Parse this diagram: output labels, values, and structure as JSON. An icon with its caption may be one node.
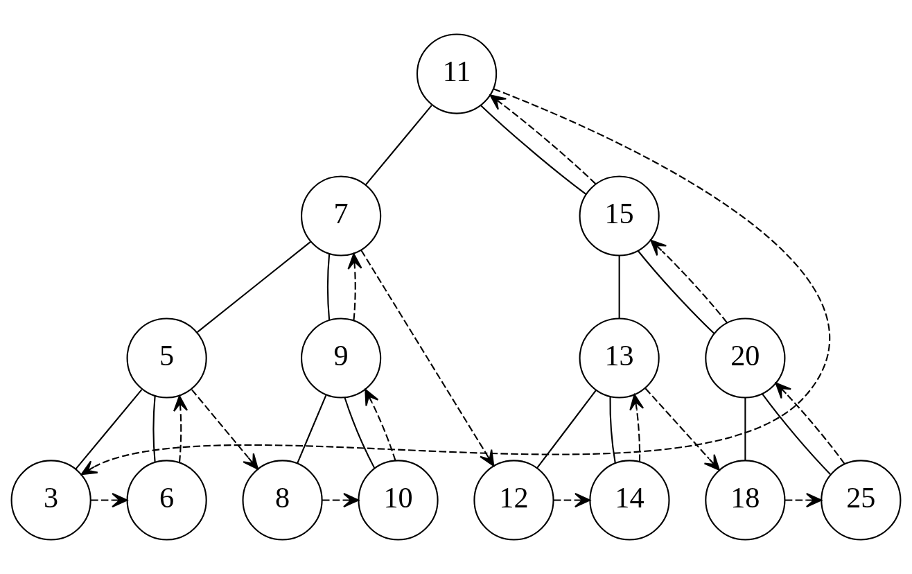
{
  "diagram": {
    "nodes": [
      {
        "text": [
          "11"
        ]
      },
      {
        "text": [
          "7"
        ]
      },
      {
        "text": [
          "15"
        ]
      },
      {
        "text": [
          "5"
        ]
      },
      {
        "text": [
          "9"
        ]
      },
      {
        "text": [
          "13"
        ]
      },
      {
        "text": [
          "20"
        ]
      },
      {
        "text": [
          "3"
        ]
      },
      {
        "text": [
          "6"
        ]
      },
      {
        "text": [
          "8"
        ]
      },
      {
        "text": [
          "10"
        ]
      },
      {
        "text": [
          "12"
        ]
      },
      {
        "text": [
          "14"
        ]
      },
      {
        "text": [
          "18"
        ]
      },
      {
        "text": [
          "25"
        ]
      }
    ],
    "edges": [
      {
        "from": 0,
        "to": 1,
        "arrow": "none"
      },
      {
        "from": 0,
        "to": 2,
        "arrow": "none"
      },
      {
        "from": 1,
        "to": 3,
        "arrow": "none"
      },
      {
        "from": 1,
        "to": 4,
        "arrow": "none"
      },
      {
        "from": 2,
        "to": 5,
        "arrow": "none"
      },
      {
        "from": 2,
        "to": 6,
        "arrow": "none"
      },
      {
        "from": 3,
        "to": 7,
        "arrow": "none"
      },
      {
        "from": 3,
        "to": 8,
        "arrow": "none"
      },
      {
        "from": 4,
        "to": 9,
        "arrow": "none"
      },
      {
        "from": 4,
        "to": 10,
        "arrow": "none"
      },
      {
        "from": 5,
        "to": 11,
        "arrow": "none"
      },
      {
        "from": 5,
        "to": 12,
        "arrow": "none"
      },
      {
        "from": 6,
        "to": 13,
        "arrow": "none"
      },
      {
        "from": 6,
        "to": 14,
        "arrow": "none"
      },
      {
        "from": 0,
        "to": 7,
        "arrow": "to",
        "style": "dashed"
      },
      {
        "from": 2,
        "to": 0,
        "arrow": "to",
        "style": "dashed"
      },
      {
        "from": 1,
        "to": 11,
        "arrow": "to",
        "style": "dashed"
      },
      {
        "from": 4,
        "to": 1,
        "arrow": "to",
        "style": "dashed"
      },
      {
        "from": 6,
        "to": 2,
        "arrow": "to",
        "style": "dashed"
      },
      {
        "from": 8,
        "to": 3,
        "arrow": "to",
        "style": "dashed"
      },
      {
        "from": 3,
        "to": 9,
        "arrow": "to",
        "style": "dashed"
      },
      {
        "from": 10,
        "to": 4,
        "arrow": "to",
        "style": "dashed"
      },
      {
        "from": 12,
        "to": 5,
        "arrow": "to",
        "style": "dashed"
      },
      {
        "from": 5,
        "to": 13,
        "arrow": "to",
        "style": "dashed"
      },
      {
        "from": 14,
        "to": 6,
        "arrow": "to",
        "style": "dashed"
      },
      {
        "from": 7,
        "to": 8,
        "arrow": "to",
        "style": "dashed"
      },
      {
        "from": 9,
        "to": 10,
        "arrow": "to",
        "style": "dashed"
      },
      {
        "from": 11,
        "to": 12,
        "arrow": "to",
        "style": "dashed"
      },
      {
        "from": 13,
        "to": 14,
        "arrow": "to",
        "style": "dashed"
      }
    ]
  }
}
